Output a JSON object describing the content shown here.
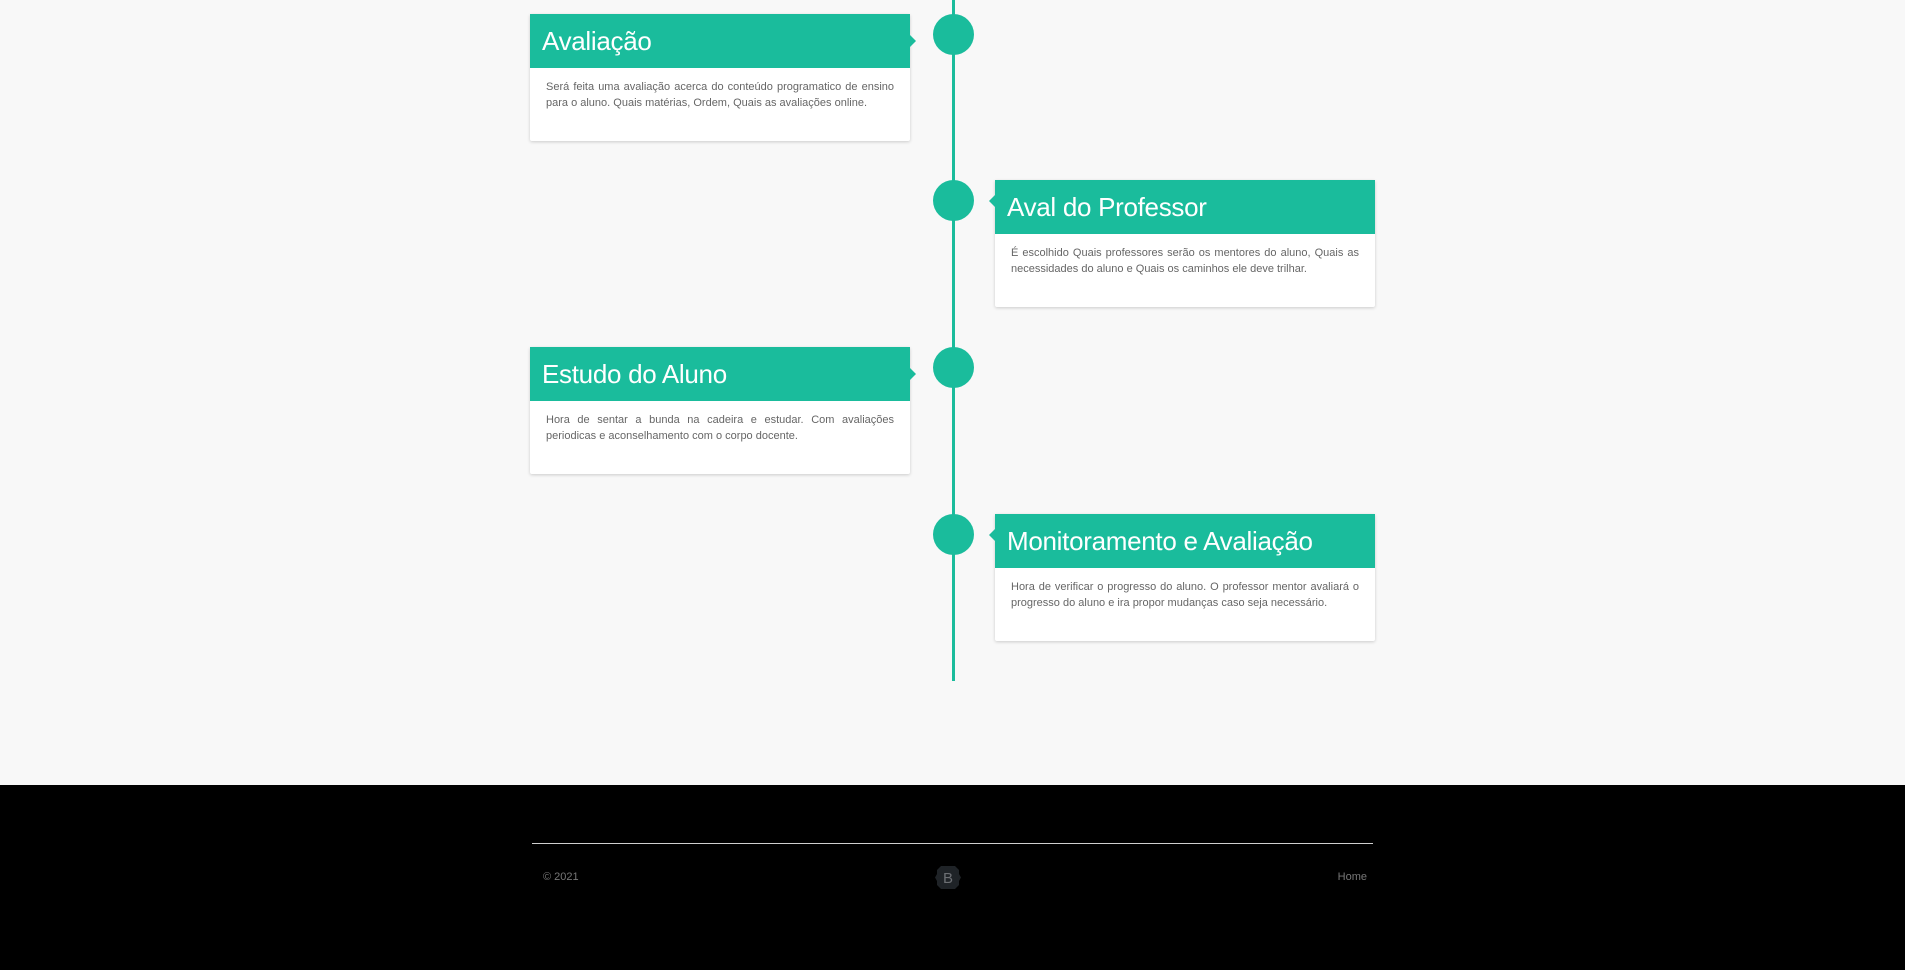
{
  "timeline": {
    "accent_color": "#1abc9c",
    "items": [
      {
        "title": "Avaliação",
        "text": "Será feita uma avaliação acerca do conteúdo programatico de ensino para o aluno. Quais matérias, Ordem, Quais as avaliações online."
      },
      {
        "title": "Aval do Professor",
        "text": "É escolhido Quais professores serão os mentores do aluno, Quais as necessidades do aluno e Quais os caminhos ele deve trilhar."
      },
      {
        "title": "Estudo do Aluno",
        "text": "Hora de sentar a bunda na cadeira e estudar. Com avaliações periodicas e aconselhamento com o corpo docente."
      },
      {
        "title": "Monitoramento e Avaliação",
        "text": "Hora de verificar o progresso do aluno. O professor mentor avaliará o progresso do aluno e ira propor mudanças caso seja necessário."
      }
    ]
  },
  "footer": {
    "copyright": "© 2021",
    "logo_icon": "bootstrap-logo-icon",
    "logo_letter": "B",
    "home_label": "Home"
  }
}
